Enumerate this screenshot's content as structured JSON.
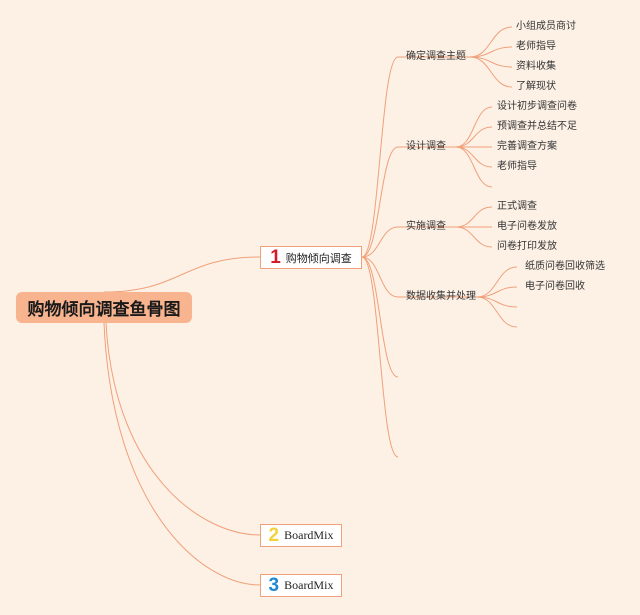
{
  "root": {
    "label": "购物倾向调查鱼骨图"
  },
  "branches": [
    {
      "number": "1",
      "label": "购物倾向调查",
      "number_color": "#d41b2b"
    },
    {
      "number": "2",
      "label": "BoardMix",
      "number_color": "#f2d23c"
    },
    {
      "number": "3",
      "label": "BoardMix",
      "number_color": "#1e88d2"
    }
  ],
  "topics": [
    {
      "label": "确定调查主题",
      "items": [
        "小组成员商讨",
        "老师指导",
        "资料收集",
        "了解现状"
      ]
    },
    {
      "label": "设计调查",
      "items": [
        "设计初步调查问卷",
        "预调查并总结不足",
        "完善调查方案",
        "老师指导"
      ]
    },
    {
      "label": "实施调查",
      "items": [
        "正式调查",
        "电子问卷发放",
        "问卷打印发放"
      ]
    },
    {
      "label": "数据收集并处理",
      "items": [
        "纸质问卷回收筛选",
        "电子问卷回收"
      ]
    }
  ],
  "colors": {
    "background": "#fdf1e6",
    "root_fill": "#f8b48e",
    "connector": "#f0a07a"
  }
}
